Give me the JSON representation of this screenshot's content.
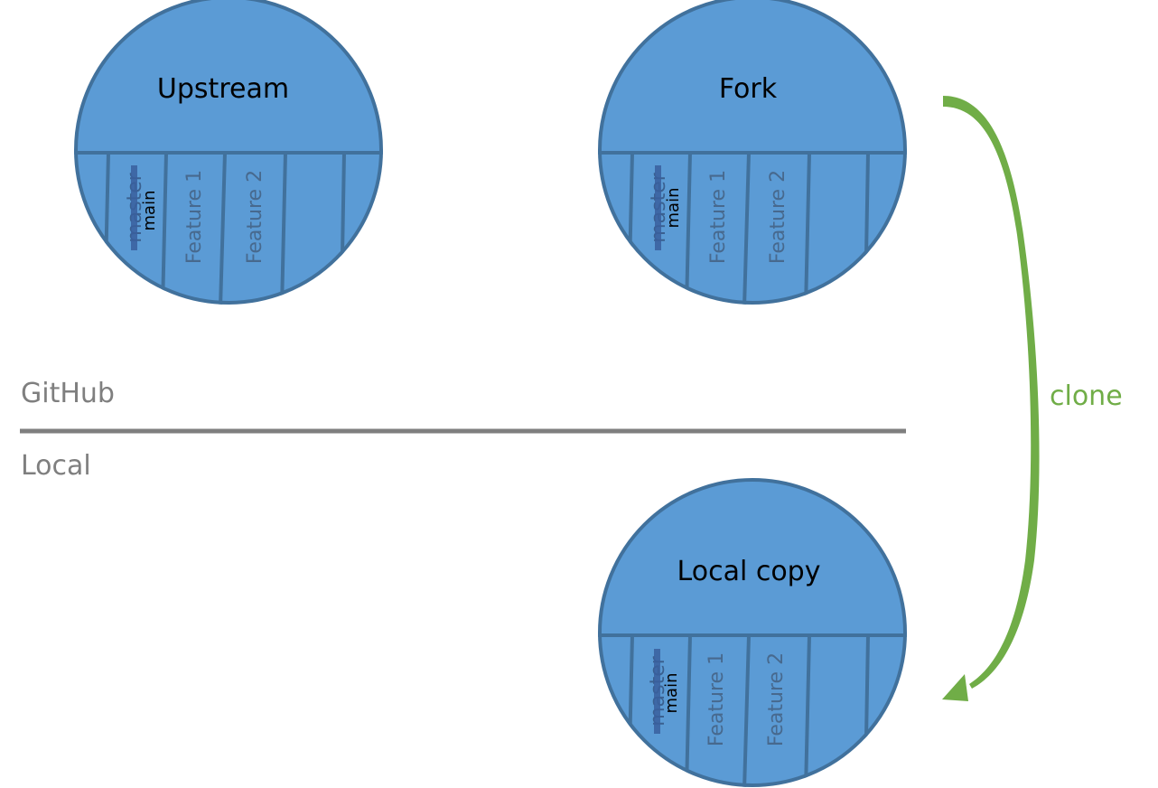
{
  "colors": {
    "repo_fill": "#5b9bd5",
    "repo_stroke": "#41719c",
    "strike": "#3a5f9e",
    "divider": "#7f7f7f",
    "arrow": "#70ad47"
  },
  "repos": [
    {
      "id": "upstream",
      "title": "Upstream",
      "branches": {
        "old": "master",
        "new": "main",
        "feature1": "Feature 1",
        "feature2": "Feature 2"
      }
    },
    {
      "id": "fork",
      "title": "Fork",
      "branches": {
        "old": "master",
        "new": "main",
        "feature1": "Feature 1",
        "feature2": "Feature 2"
      }
    },
    {
      "id": "local",
      "title": "Local copy",
      "branches": {
        "old": "master",
        "new": "main",
        "feature1": "Feature 1",
        "feature2": "Feature 2"
      }
    }
  ],
  "zones": {
    "top": "GitHub",
    "bottom": "Local"
  },
  "arrow": {
    "label": "clone"
  }
}
